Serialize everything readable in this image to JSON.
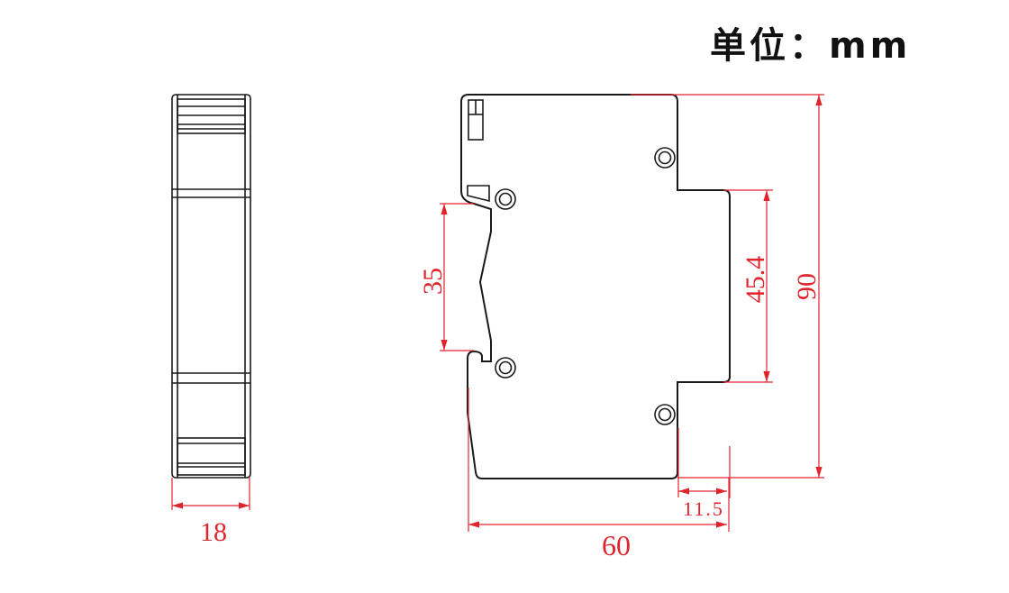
{
  "unit_label": "单位：mm",
  "colors": {
    "outline": "#1a1a1a",
    "dimension": "#e0242c"
  },
  "dimensions": {
    "width_side": "18",
    "rail_height": "35",
    "front_height": "45.4",
    "total_height": "90",
    "front_depth": "11.5",
    "total_depth": "60"
  }
}
